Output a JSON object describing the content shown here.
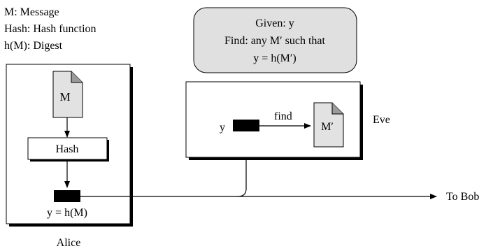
{
  "legend": {
    "line1": "M: Message",
    "line2": "Hash: Hash function",
    "line3": "h(M): Digest"
  },
  "alice": {
    "label": "Alice",
    "message_doc": "M",
    "hash_box": "Hash",
    "digest_label": "y = h(M)"
  },
  "eve": {
    "label": "Eve",
    "y_label": "y",
    "find_label": "find",
    "doc_label": "M′"
  },
  "callout": {
    "line1": "Given: y",
    "line2": "Find: any M′ such that",
    "line3": "y = h(M′)"
  },
  "destination": {
    "label": "To Bob"
  },
  "colors": {
    "doc_fill": "#e2e2e2",
    "callout_fill": "#e0e0e0",
    "digest_block": "#000000"
  }
}
